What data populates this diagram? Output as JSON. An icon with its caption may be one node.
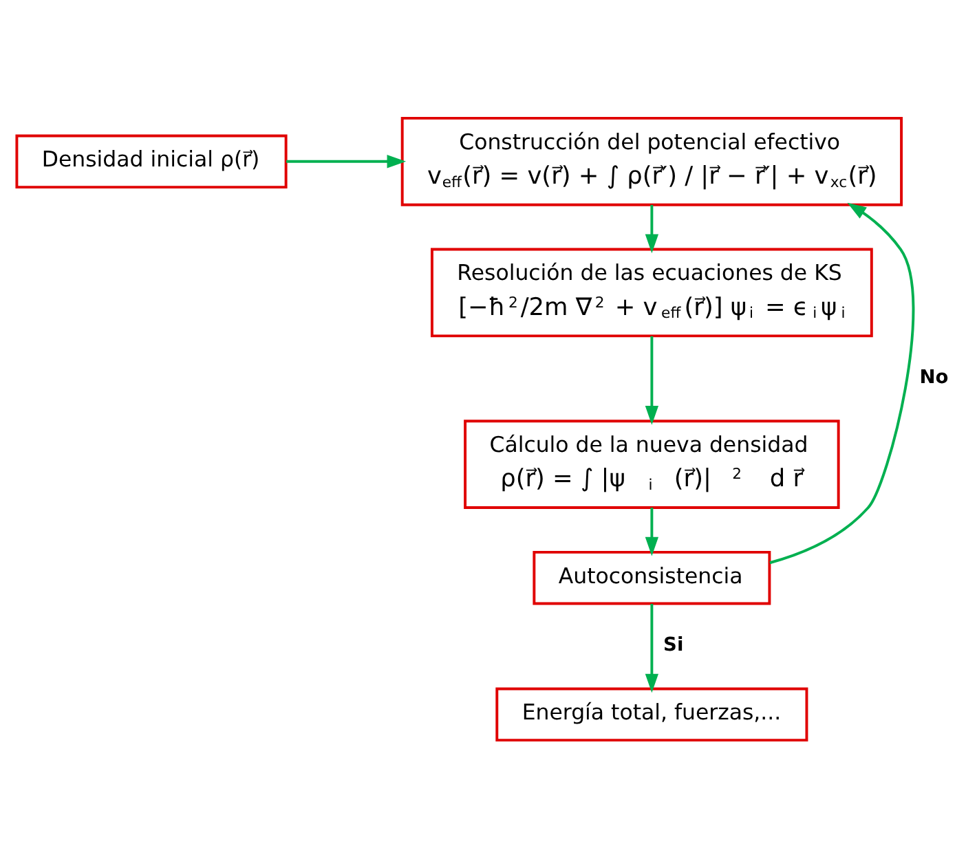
{
  "diagram": {
    "nodes": [
      {
        "text": [
          "Densidad inicial ρ(r⃗)"
        ]
      },
      {
        "text": [
          "Construcción del potencial efectivo",
          "v$_{eff}$(r⃗) = v(r⃗) + ∫ ρ(r⃗′) / |r⃗ − r⃗′| + v$_{xc}$(r⃗)"
        ]
      },
      {
        "text": [
          "Resolución de las ecuaciones de KS",
          "[−ħ$^{2}$/2m ∇$^{2}$ + v$_{eff}$(r⃗)] ψ$_{i}$ = ϵ$_{i}$ψ$_{i}$"
        ]
      },
      {
        "text": [
          "Cálculo de la nueva densidad",
          "ρ(r⃗) = ∫ |ψ$_{i}$(r⃗)|$^{2}$ d r⃗"
        ]
      },
      {
        "text": [
          "Autoconsistencia"
        ]
      },
      {
        "text": [
          "Energía total, fuerzas,..."
        ]
      }
    ],
    "edges": [
      {
        "from": 0,
        "to": 1,
        "arrow": "to"
      },
      {
        "from": 1,
        "to": 2,
        "arrow": "to"
      },
      {
        "from": 2,
        "to": 3,
        "arrow": "to"
      },
      {
        "from": 3,
        "to": 4,
        "arrow": "to"
      },
      {
        "from": 4,
        "to": 1,
        "arrow": "to",
        "label": "No"
      },
      {
        "from": 4,
        "to": 5,
        "arrow": "to",
        "label": "Si"
      }
    ]
  }
}
